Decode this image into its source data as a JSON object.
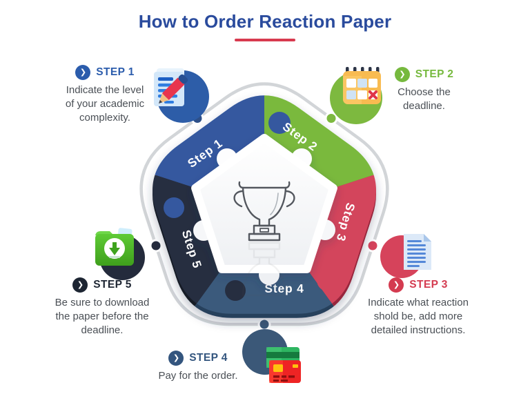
{
  "title": "How to Order Reaction Paper",
  "palette": {
    "title_blue": "#2a4b9d",
    "underline_red": "#d83a4f",
    "body_text": "#4a4f55",
    "ring_gray": "#d2d5d8",
    "step1_blue": "#34599f",
    "step2_green": "#7ab93e",
    "step3_red": "#d3455b",
    "step4_steel": "#3b5a7c",
    "step5_dark": "#272e40"
  },
  "icons": {
    "chevron_glyph": "❯",
    "center_icon": "trophy-icon"
  },
  "pieces": [
    {
      "label": "Step 1",
      "color": "#34599f"
    },
    {
      "label": "Step 2",
      "color": "#7ab93e"
    },
    {
      "label": "Step 3",
      "color": "#d3455b"
    },
    {
      "label": "Step 4",
      "color": "#3b5a7c"
    },
    {
      "label": "Step 5",
      "color": "#272e40"
    }
  ],
  "steps": [
    {
      "header": "STEP 1",
      "color": "#2b5cac",
      "icon": "document-pencil-icon",
      "lines": [
        "Indicate the level",
        "of your academic",
        "complexity."
      ]
    },
    {
      "header": "STEP 2",
      "color": "#76b93e",
      "icon": "calendar-deadline-icon",
      "lines": [
        "Choose the",
        "deadline."
      ]
    },
    {
      "header": "STEP 3",
      "color": "#d43b50",
      "icon": "document-lines-icon",
      "lines": [
        "Indicate what reaction",
        "shold be, add more",
        "detailed instructions."
      ]
    },
    {
      "header": "STEP 4",
      "color": "#33557e",
      "icon": "credit-cards-icon",
      "lines": [
        "Pay for the order."
      ]
    },
    {
      "header": "STEP 5",
      "color": "#1d2532",
      "icon": "folder-download-icon",
      "lines": [
        "Be sure to download",
        "the paper before the",
        "deadline."
      ]
    }
  ]
}
